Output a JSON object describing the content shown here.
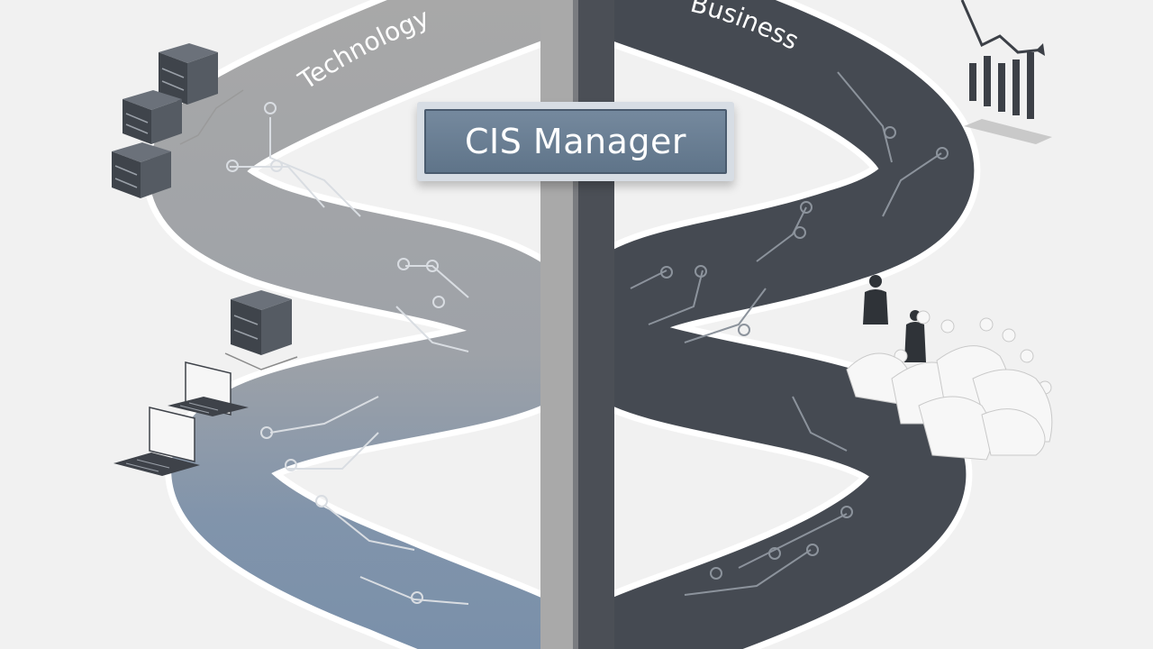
{
  "sign": {
    "title": "CIS Manager"
  },
  "labels": {
    "left_path": "Technology",
    "right_path": "Business"
  },
  "colors": {
    "background": "#f1f1f1",
    "tech_path_top": "#a6a6a6",
    "tech_path_bottom": "#7b8fa8",
    "business_path": "#454a52",
    "center_post_left": "#a9a9a9",
    "center_post_right": "#4b4f56",
    "sign_face": "#6b7f94"
  },
  "icons": {
    "left_side": [
      "server-rack-icon",
      "laptop-icon"
    ],
    "right_side": [
      "growth-chart-icon",
      "people-group-icon"
    ]
  }
}
